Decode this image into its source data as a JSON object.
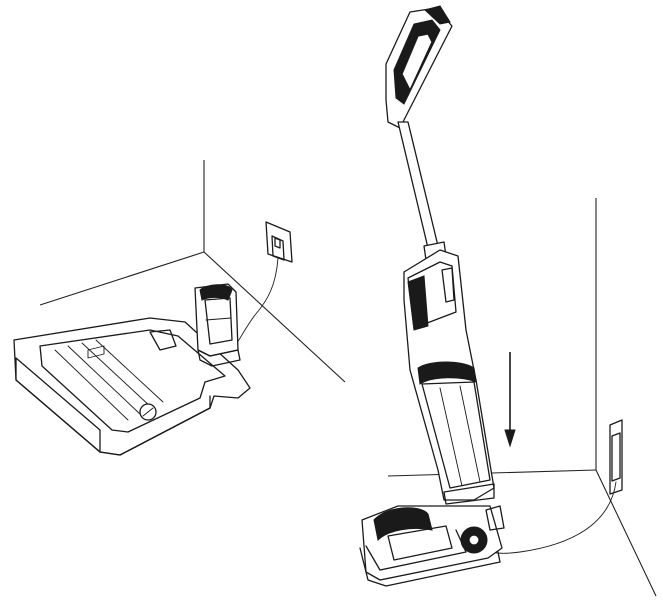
{
  "figure": {
    "left_scene": "base-station-plugged-into-wall-outlet",
    "right_scene": "vacuum-lowered-onto-base-station",
    "arrow_direction": "down",
    "line_color": "#1a1a1a",
    "background": "#ffffff"
  }
}
